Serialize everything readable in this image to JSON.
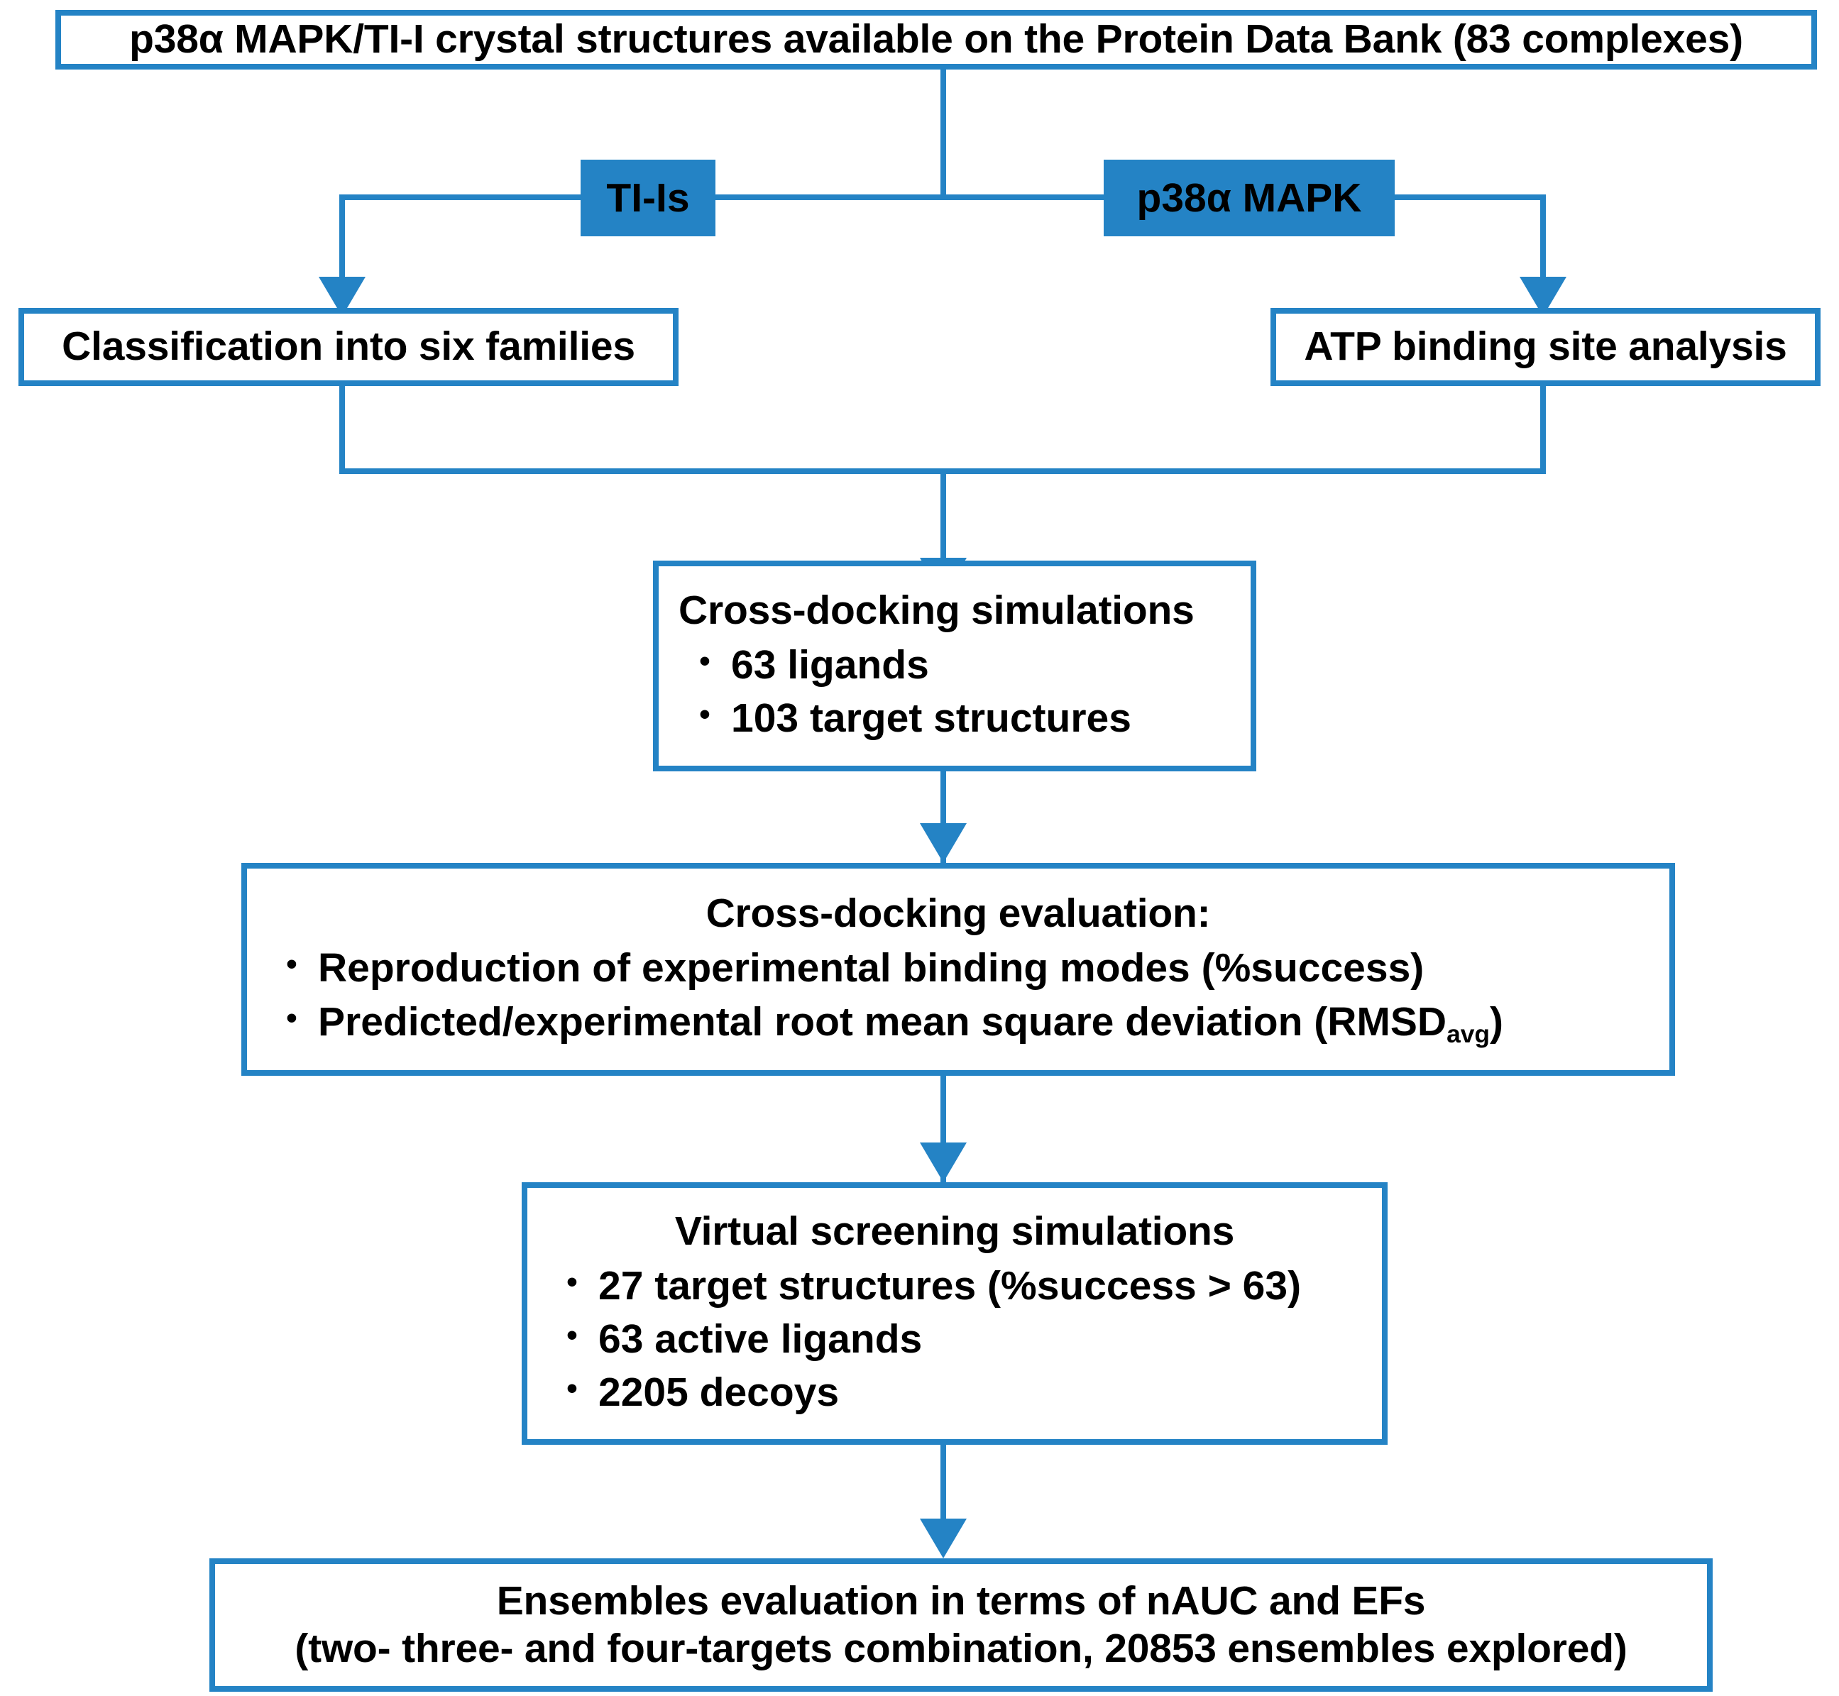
{
  "diagram": {
    "title": "p38α MAPK/TI-I cross-docking and virtual screening workflow",
    "accent_color": "#2483C5",
    "text_color": "#000000",
    "background_color": "#FFFFFF"
  },
  "nodes": {
    "source": {
      "label": "p38α MAPK/TI-I crystal structures available on the Protein Data Bank (83 complexes)"
    },
    "branch_labels": {
      "left": "TI-Is",
      "right": "p38α MAPK"
    },
    "classification": {
      "label": "Classification into six families"
    },
    "atp_site": {
      "label": "ATP binding site analysis"
    },
    "cross_docking": {
      "title": "Cross-docking simulations",
      "bullets": [
        "63 ligands",
        "103 target structures"
      ]
    },
    "cross_docking_eval": {
      "title": "Cross-docking evaluation:",
      "bullets": [
        "Reproduction of experimental binding modes (%success)",
        "Predicted/experimental root mean square deviation (RMSD"
      ],
      "rmsd_subscript": "avg",
      "rmsd_close": ")"
    },
    "virtual_screening": {
      "title": "Virtual screening simulations",
      "bullets": [
        "27 target structures (%success > 63)",
        "63 active ligands",
        "2205 decoys"
      ]
    },
    "ensembles": {
      "line1": "Ensembles evaluation in terms of nAUC and EFs",
      "line2": "(two- three- and four-targets combination, 20853 ensembles explored)"
    }
  },
  "bullet_glyph": "•"
}
